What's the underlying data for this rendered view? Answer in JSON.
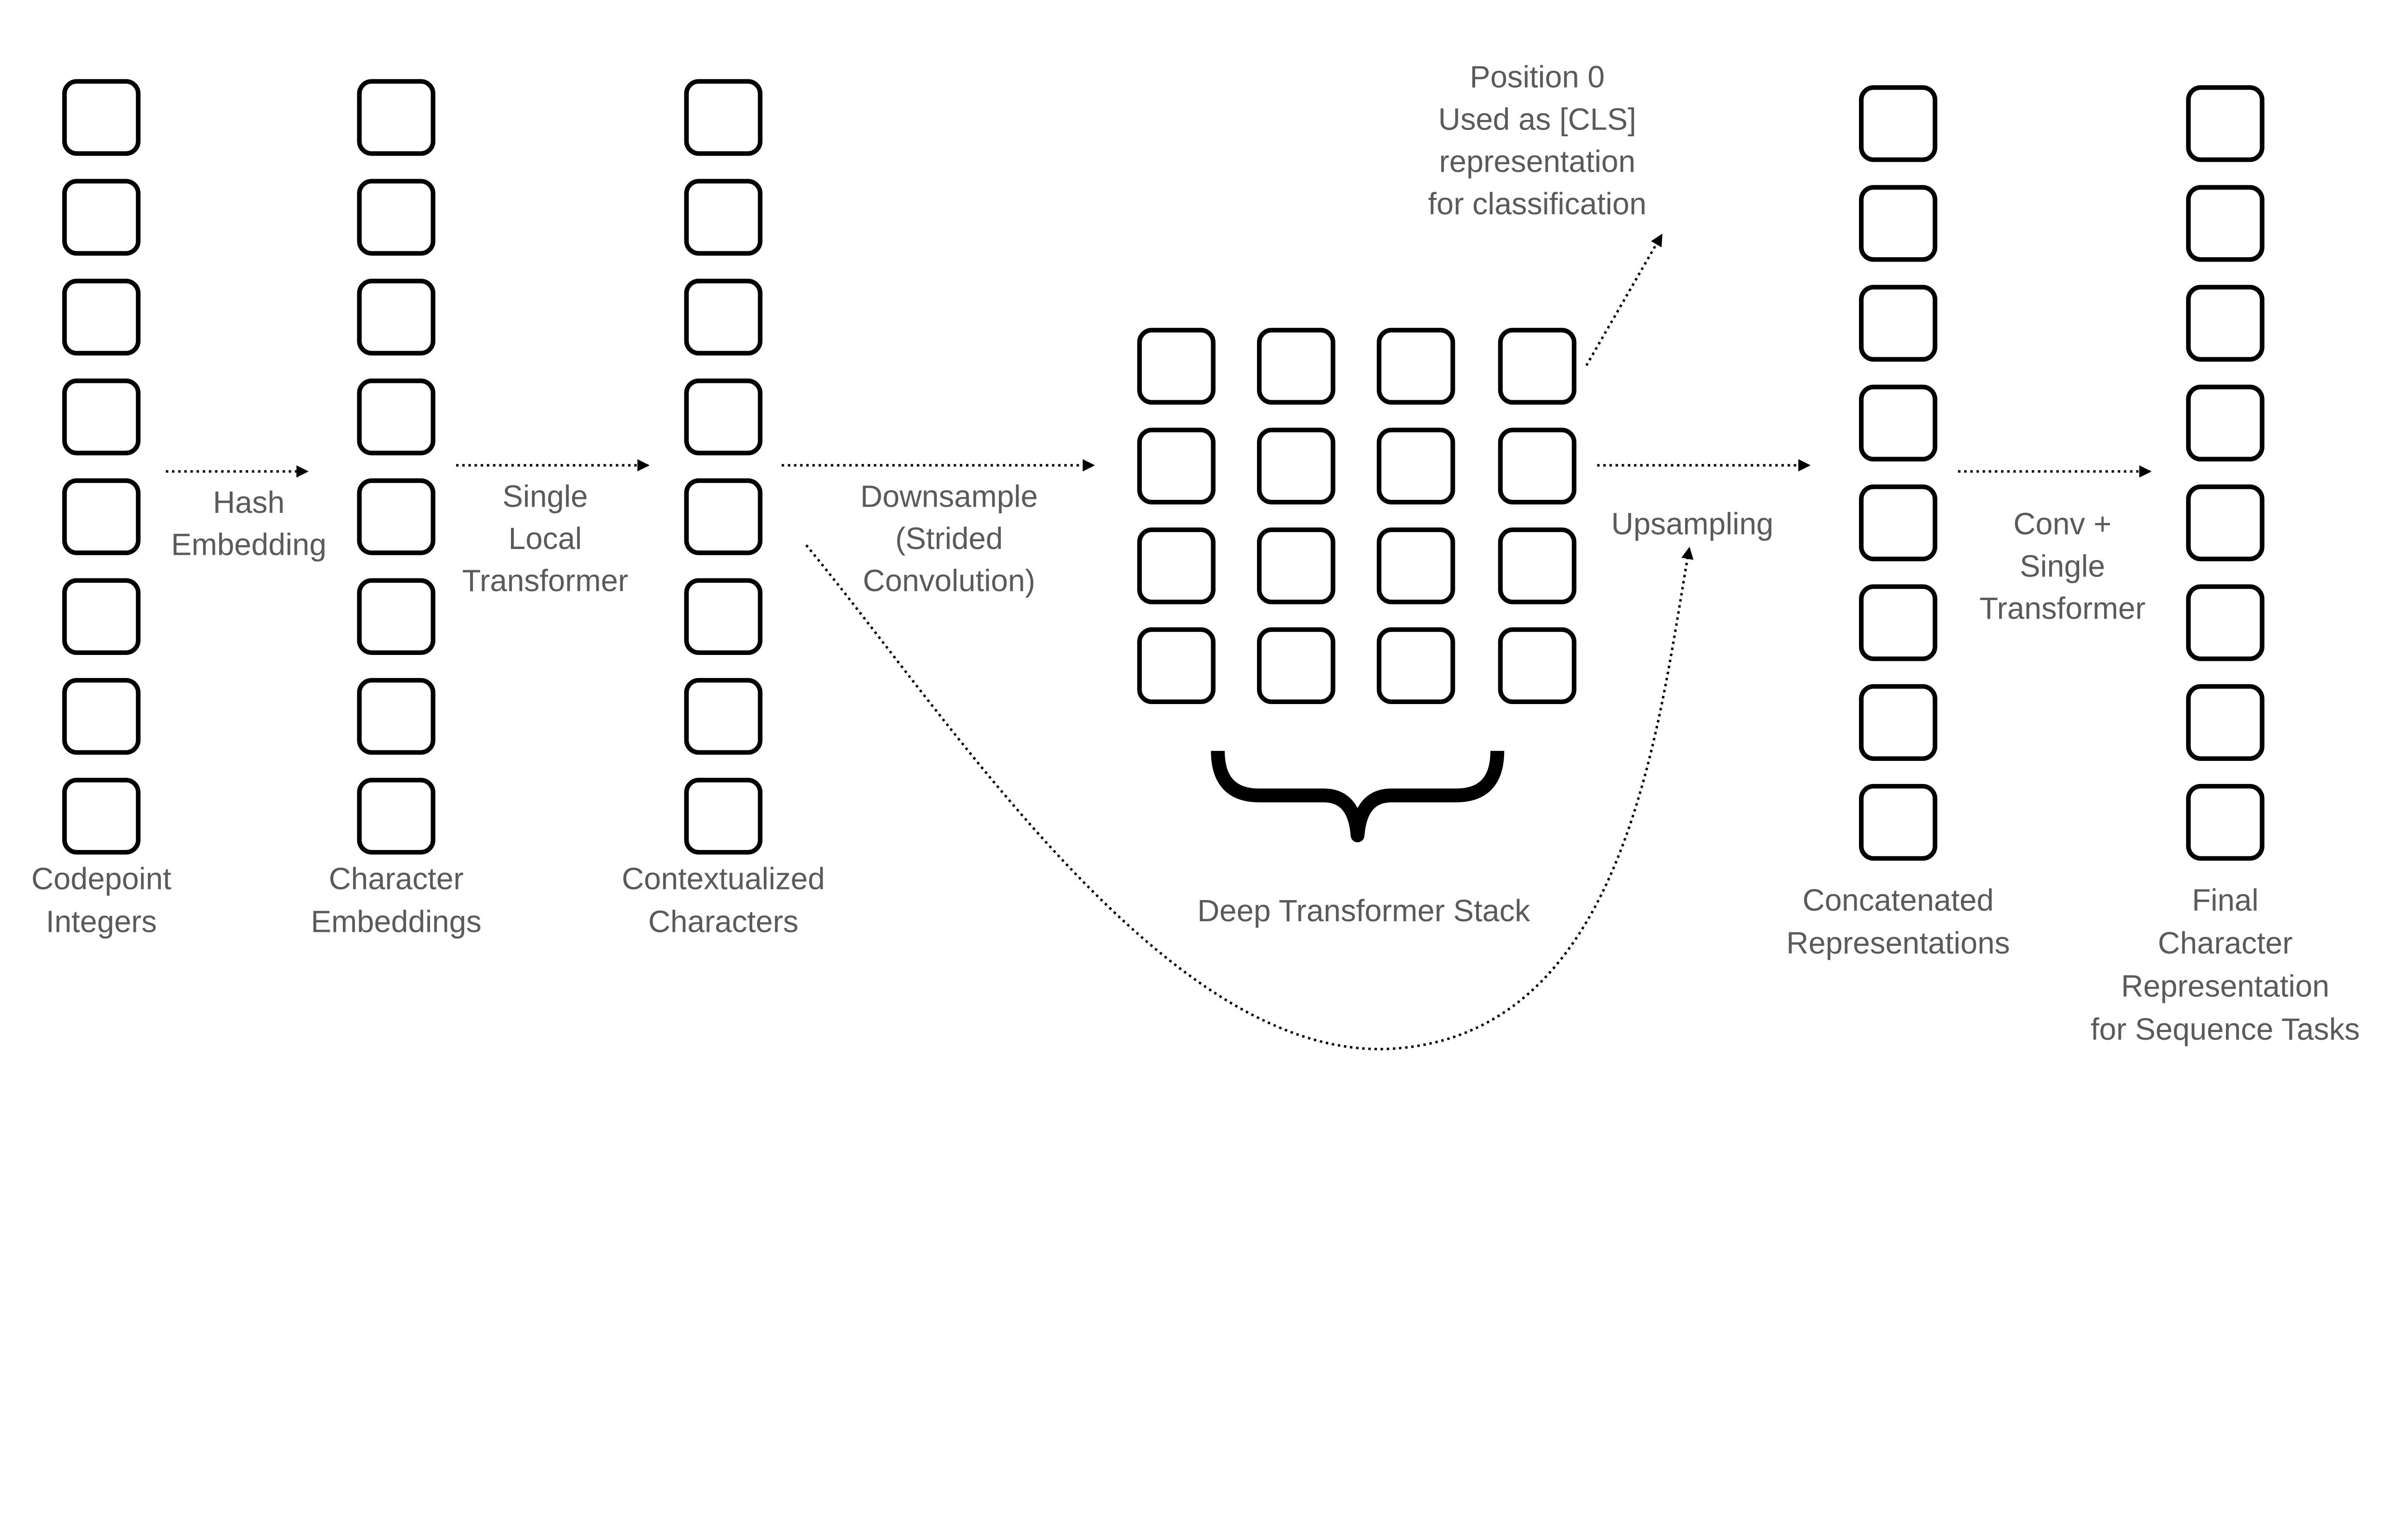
{
  "columns": [
    {
      "id": "codepoint-integers",
      "label": [
        "Codepoint",
        "Integers"
      ],
      "cells": 8
    },
    {
      "id": "character-embeddings",
      "label": [
        "Character",
        "Embeddings"
      ],
      "cells": 8
    },
    {
      "id": "contextualized-characters",
      "label": [
        "Contextualized",
        "Characters"
      ],
      "cells": 8
    },
    {
      "id": "concatenated-representations",
      "label": [
        "Concatenated",
        "Representations"
      ],
      "cells": 8
    },
    {
      "id": "final-character-representation",
      "label": [
        "Final",
        "Character",
        "Representation",
        "for Sequence Tasks"
      ],
      "cells": 8
    }
  ],
  "grid": {
    "rows": 4,
    "cols": 4,
    "label": "Deep Transformer Stack"
  },
  "edges": [
    {
      "id": "hash-embedding",
      "label": [
        "Hash",
        "Embedding"
      ]
    },
    {
      "id": "single-local-transformer",
      "label": [
        "Single",
        "Local",
        "Transformer"
      ]
    },
    {
      "id": "downsample",
      "label": [
        "Downsample",
        "(Strided",
        "Convolution)"
      ]
    },
    {
      "id": "upsampling",
      "label": [
        "Upsampling"
      ]
    },
    {
      "id": "conv-single-transformer",
      "label": [
        "Conv +",
        "Single",
        "Transformer"
      ]
    },
    {
      "id": "cls-output",
      "label": [
        "Position 0",
        "Used as [CLS]",
        "representation",
        "for classification"
      ]
    },
    {
      "id": "residual-skip",
      "label": []
    }
  ]
}
